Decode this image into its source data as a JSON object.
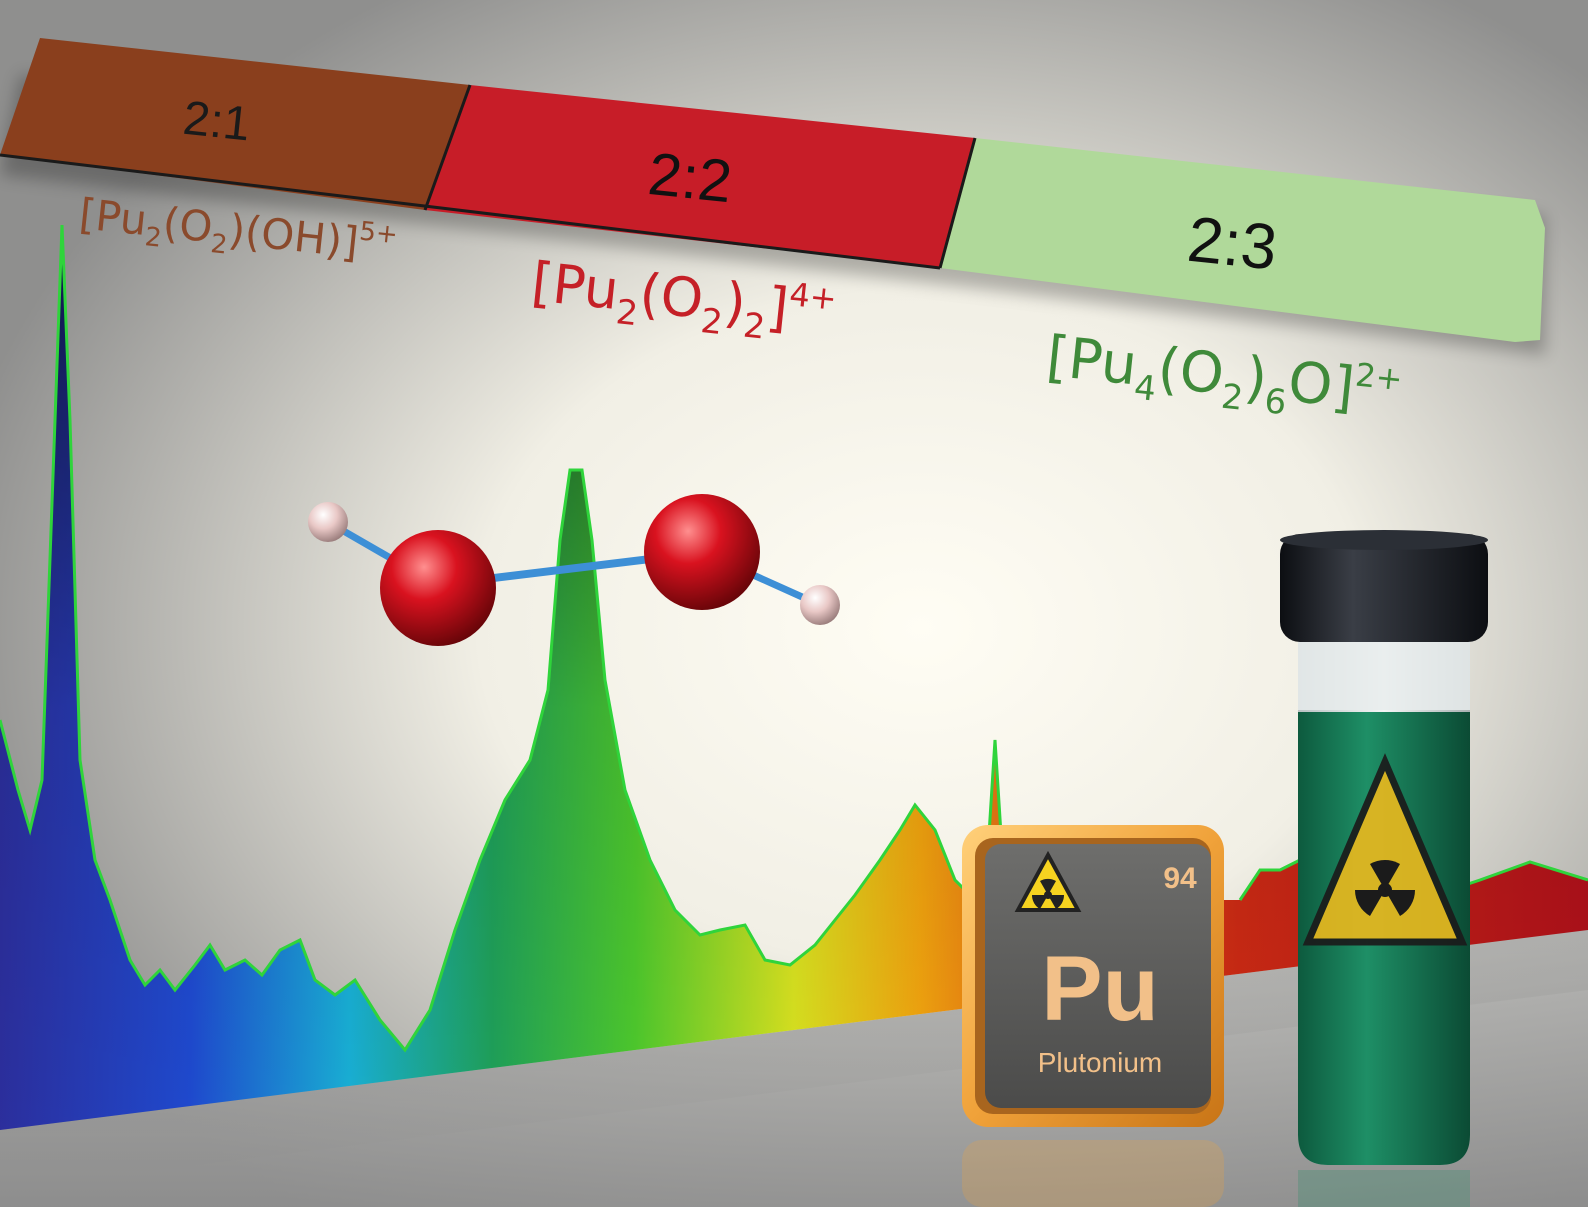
{
  "ratio_bar": {
    "segments": [
      {
        "label": "2:1",
        "color": "#8a3f1d"
      },
      {
        "label": "2:2",
        "color": "#c71d28"
      },
      {
        "label": "2:3",
        "color": "#b0d99a"
      }
    ]
  },
  "species": [
    {
      "base": "[Pu",
      "s1": "2",
      "m1": "(O",
      "s2": "2",
      "m2": ")(OH)]",
      "charge": "5+",
      "color": "#8a4a2c"
    },
    {
      "base": "[Pu",
      "s1": "2",
      "m1": "(O",
      "s2": "2",
      "m2": ")",
      "s3": "2",
      "m3": "]",
      "charge": "4+",
      "color": "#c52027"
    },
    {
      "base": "[Pu",
      "s1": "4",
      "m1": "(O",
      "s2": "2",
      "m2": ")",
      "s3": "6",
      "m3": "O]",
      "charge": "2+",
      "color": "#3f8a3a"
    }
  ],
  "element_tile": {
    "number": "94",
    "symbol": "Pu",
    "name": "Plutonium",
    "hazard_icon": "radiation-icon",
    "frame_color": "#f0a23a",
    "text_color": "#f2c089"
  },
  "vial": {
    "cap_color": "#1a1d22",
    "liquid_color": "#1f8a62",
    "label_icon": "radiation-icon"
  },
  "molecule": {
    "name_icon": "molecule-icon",
    "oxygen_color": "#c8121e",
    "hydrogen_color": "#e8c6c4",
    "bond_color": "#3d8fd6"
  }
}
